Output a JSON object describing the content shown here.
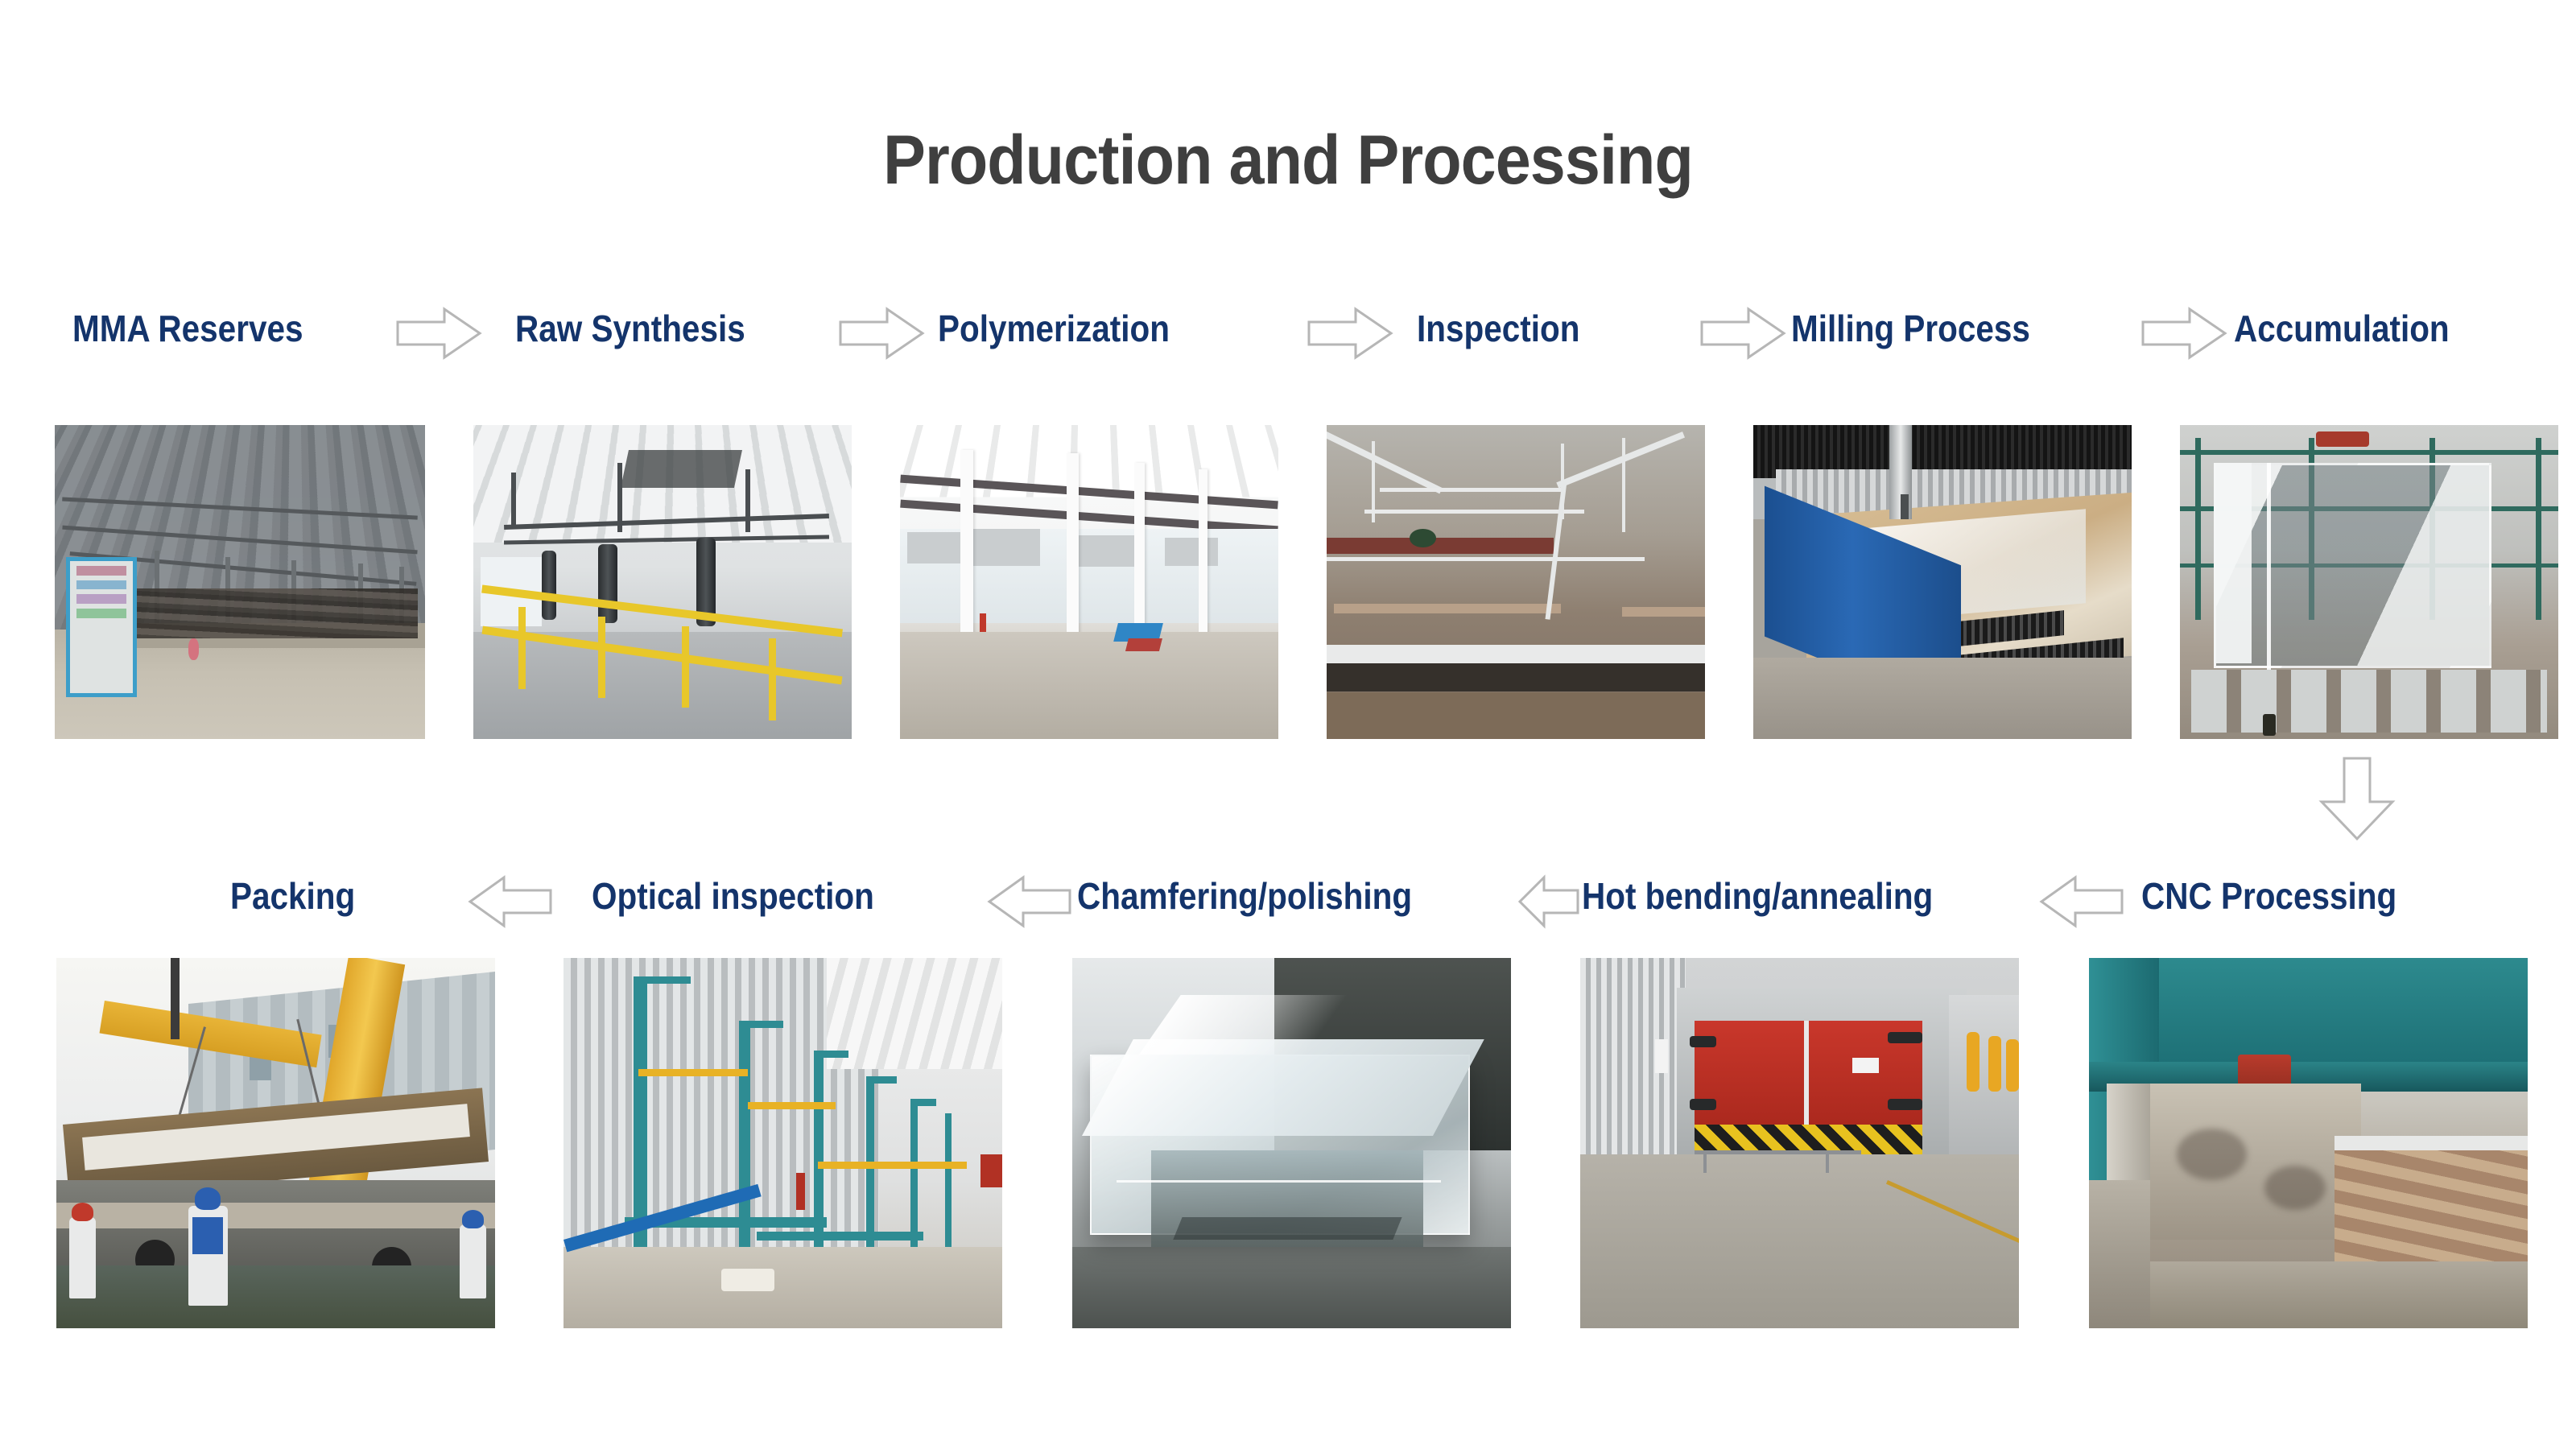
{
  "page": {
    "title": "Production and Processing",
    "background_color": "#ffffff",
    "label_color": "#14346b",
    "title_color": "#3f3f3f"
  },
  "flow_row_1": {
    "direction": "left-to-right",
    "steps": [
      {
        "label": "MMA Reserves",
        "photo_caption": "covered outdoor raw-material storage yard with steel roof trusses and blue signboard"
      },
      {
        "label": "Raw Synthesis",
        "photo_caption": "white plant interior with yellow safety railings and reactor columns"
      },
      {
        "label": "Polymerization",
        "photo_caption": "bright white hall with white columns, glass partitions and blue crate"
      },
      {
        "label": "Inspection",
        "photo_caption": "row of polymerization tanks with white guard rails"
      },
      {
        "label": "Milling Process",
        "photo_caption": "blue milling machine with tan work table and black grating"
      },
      {
        "label": "Accumulation",
        "photo_caption": "large clear acrylic sheet stored upright on warehouse rack"
      }
    ],
    "arrow_icon": "arrow-right-block"
  },
  "connector": {
    "arrow_icon": "arrow-down-block"
  },
  "flow_row_2": {
    "direction": "right-to-left",
    "steps": [
      {
        "label": "CNC Processing",
        "photo_caption": "teal gantry CNC machine over concrete bay with wooden work table"
      },
      {
        "label": "Hot bending/annealing",
        "photo_caption": "industrial annealing oven with red doors and yellow-black hazard stripes"
      },
      {
        "label": "Chamfering/polishing",
        "photo_caption": "thick polished clear acrylic block with mirror-like edges"
      },
      {
        "label": "Optical inspection",
        "photo_caption": "teal cantilever storage racks with yellow cross bars along corrugated wall"
      },
      {
        "label": "Packing",
        "photo_caption": "crane loading wrapped acrylic crates onto a flatbed truck, workers in hard hats"
      }
    ],
    "arrow_icon": "arrow-left-block"
  }
}
